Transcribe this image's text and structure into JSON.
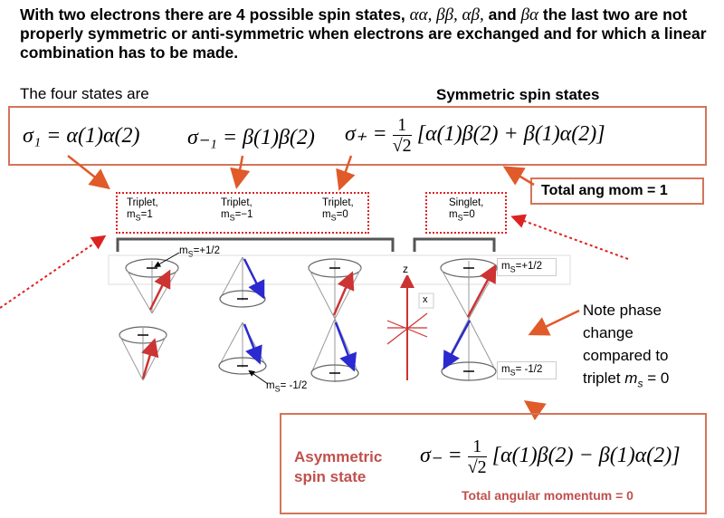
{
  "headline": {
    "text_a": "With two electrons there are 4 possible spin states, ",
    "states": "αα, ββ, αβ,",
    "text_and": " and ",
    "state_last": "βα",
    "text_b": " the last two are not  properly symmetric or anti-symmetric when electrons are exchanged and for which a linear combination has to be made."
  },
  "four_states": "The four states are",
  "symmetric_title": "Symmetric spin states",
  "equations": {
    "sigma1": "σ₁ = α(1)α(2)",
    "sigma_minus1": "σ₋₁ = β(1)β(2)",
    "sigma_plus_lhs": "σ₊ =",
    "frac_num": "1",
    "frac_den": "√2",
    "sigma_plus_rhs": "[α(1)β(2) + β(1)α(2)]",
    "sigma_minus_lhs": "σ₋ =",
    "sigma_minus_rhs": "[α(1)β(2) − β(1)α(2)]"
  },
  "total_ang_mom": "Total ang mom = 1",
  "labels": {
    "t1_name": "Triplet,",
    "t1_ms": "m",
    "t1_ms_sub": "S",
    "t1_ms_val": "=1",
    "t2_name": "Triplet,",
    "t2_ms": "m",
    "t2_ms_sub": "S",
    "t2_ms_val": "=−1",
    "t3_name": "Triplet,",
    "t3_ms": "m",
    "t3_ms_sub": "S",
    "t3_ms_val": "=0",
    "s_name": "Singlet,",
    "s_ms": "m",
    "s_ms_sub": "S",
    "s_ms_val": "=0"
  },
  "cone_labels": {
    "ms_plus_left": "m",
    "ms_plus_left_sub": "S",
    "ms_plus_left_val": "=+1/2",
    "ms_minus_left": "m",
    "ms_minus_left_sub": "S",
    "ms_minus_left_val": "= -1/2",
    "ms_plus_right": "m",
    "ms_plus_right_sub": "S",
    "ms_plus_right_val": "=+1/2",
    "ms_minus_right": "m",
    "ms_minus_right_sub": "S",
    "ms_minus_right_val": "= -1/2"
  },
  "axes": {
    "z": "z",
    "x": "x"
  },
  "note": {
    "line1": "Note phase",
    "line2": "change",
    "line3": "compared to",
    "line4": "triplet ",
    "line4_m": "m",
    "line4_sub": "s",
    "line4_end": " = 0"
  },
  "asymmetric": {
    "line1": "Asymmetric",
    "line2": "spin state"
  },
  "total_zero": "Total angular momentum = 0",
  "colors": {
    "accent": "#d2755a",
    "dotted": "#dd2222",
    "red_arrow": "#cc3333",
    "blue_arrow": "#3333cc",
    "asym_text": "#c0504d"
  }
}
